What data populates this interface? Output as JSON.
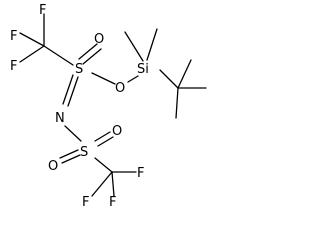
{
  "structure": {
    "atoms": {
      "F_top": "F",
      "F_left_top": "F",
      "F_left": "F",
      "S_upper": "S",
      "O_double_upper": "O",
      "O_ether": "O",
      "Si": "Si",
      "N": "N",
      "O_lower_left": "O",
      "S_lower": "S",
      "O_lower_right": "O",
      "F_bottom_left": "F",
      "F_bottom_center": "F",
      "F_bottom_right": "F"
    }
  }
}
